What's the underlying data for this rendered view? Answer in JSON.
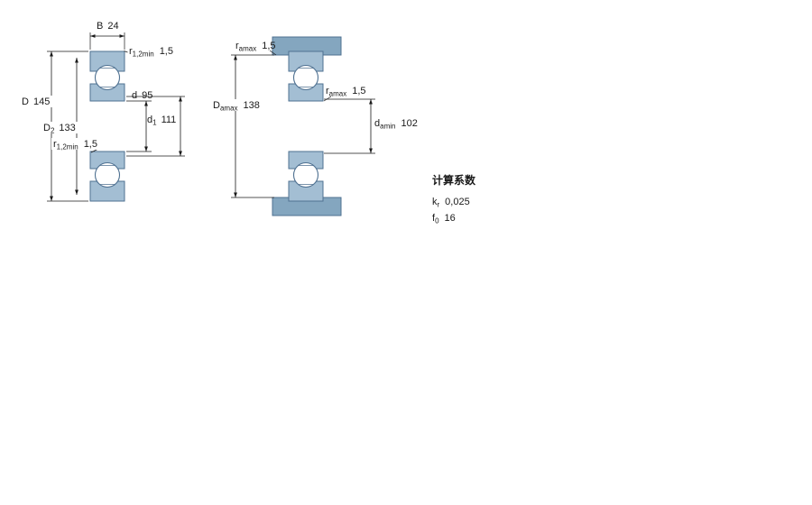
{
  "left": {
    "B": {
      "sym": "B",
      "value": "24"
    },
    "r12_top": {
      "sym": "r",
      "sub": "1,2min",
      "value": "1,5"
    },
    "D": {
      "sym": "D",
      "value": "145"
    },
    "D2": {
      "sym": "D",
      "sub": "2",
      "value": "133"
    },
    "d": {
      "sym": "d",
      "value": "95"
    },
    "d1": {
      "sym": "d",
      "sub": "1",
      "value": "111"
    },
    "r12_bottom": {
      "sym": "r",
      "sub": "1,2min",
      "value": "1,5"
    }
  },
  "right": {
    "ra_top": {
      "sym": "r",
      "sub": "amax",
      "value": "1,5"
    },
    "Damax": {
      "sym": "D",
      "sub": "amax",
      "value": "138"
    },
    "ra_mid": {
      "sym": "r",
      "sub": "amax",
      "value": "1,5"
    },
    "damin": {
      "sym": "d",
      "sub": "amin",
      "value": "102"
    }
  },
  "factors": {
    "heading": "计算系数",
    "rows": [
      {
        "sym": "k",
        "sub": "r",
        "value": "0,025"
      },
      {
        "sym": "f",
        "sub": "0",
        "value": "16"
      }
    ]
  },
  "colors": {
    "ring": "#a3bed3",
    "shoulder": "#84a6bf",
    "outline": "#4f7191",
    "line": "#1a1a1a"
  }
}
